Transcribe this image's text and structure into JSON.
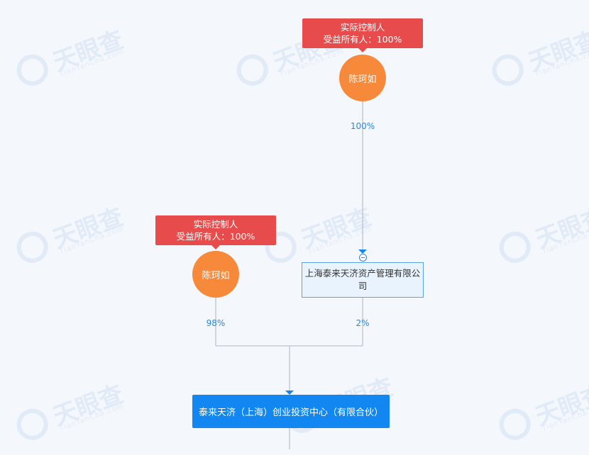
{
  "watermark": {
    "text": "天眼查",
    "sub": "TianYanCha.com"
  },
  "top": {
    "tag_line1": "实际控制人",
    "tag_line2": "受益所有人：100%",
    "person": "陈珂如",
    "edge_pct": "100%"
  },
  "left": {
    "tag_line1": "实际控制人",
    "tag_line2": "受益所有人：100%",
    "person": "陈珂如",
    "edge_pct": "98%"
  },
  "company": {
    "name": "上海泰来天济资产管理有限公司",
    "edge_pct": "2%"
  },
  "target": {
    "name": "泰来天济（上海）创业投资中心（有限合伙）"
  },
  "colors": {
    "tag": "#e84b4b",
    "person": "#f7893a",
    "line": "#aab4c0",
    "percent": "#2a86e2",
    "company_fill": "#e9f3fd",
    "target": "#1287f2"
  }
}
